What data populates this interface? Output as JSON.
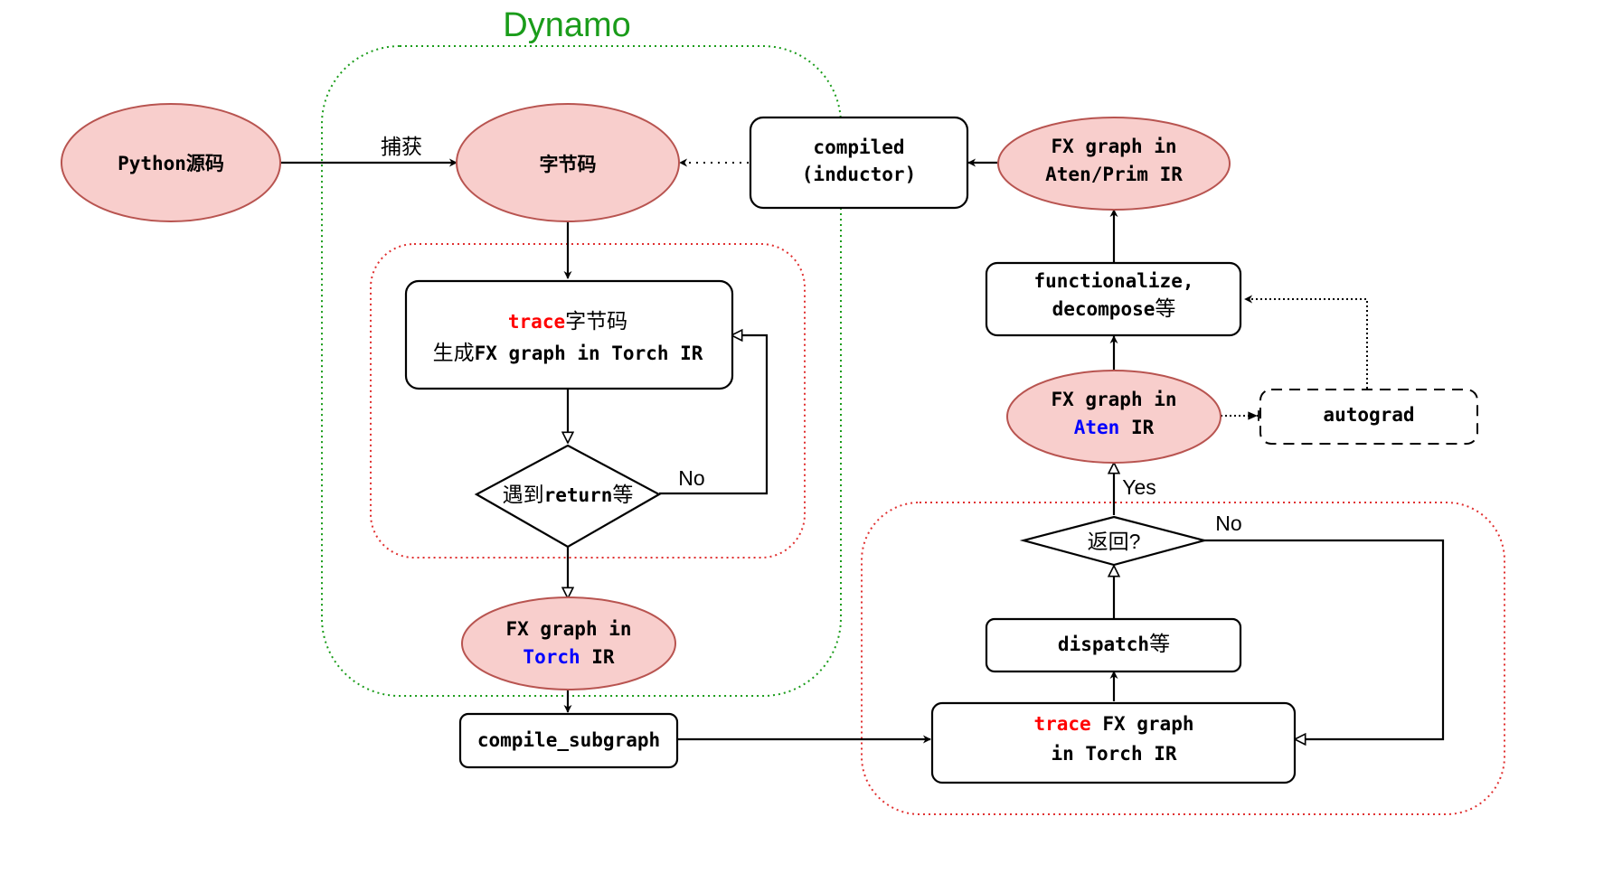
{
  "title": "Dynamo",
  "colors": {
    "ellipse_fill": "#f8cecc",
    "ellipse_stroke": "#b85450",
    "dynamo_border": "#1a9c1a",
    "red_border": "#e03030",
    "highlight_red": "#ff0000",
    "highlight_blue": "#0000ff"
  },
  "nodes": {
    "python_src": "Python源码",
    "bytecode": "字节码",
    "trace_bytecode": {
      "kw": "trace",
      "rest": "字节码",
      "line2_cn": "生成",
      "line2_mono": "FX graph in Torch IR"
    },
    "encounter_return": {
      "cn1": "遇到",
      "mono": "return",
      "cn2": "等"
    },
    "fx_torch": {
      "line1": "FX graph in",
      "kw": "Torch",
      "rest": " IR"
    },
    "compile_subgraph": "compile_subgraph",
    "compiled_inductor": {
      "line1": "compiled",
      "line2": "(inductor)"
    },
    "fx_aten_prim": {
      "line1": "FX graph in",
      "line2": "Aten/Prim IR"
    },
    "functionalize": {
      "line1": "functionalize,",
      "line2": "decompose",
      "line2_cn": "等"
    },
    "fx_aten": {
      "line1": "FX graph in",
      "kw": "Aten",
      "rest": " IR"
    },
    "autograd": "autograd",
    "returned": "返回?",
    "dispatch": {
      "mono": "dispatch",
      "cn": "等"
    },
    "trace_fx": {
      "kw": "trace",
      "rest": " FX graph",
      "line2": "in Torch IR"
    }
  },
  "edge_labels": {
    "capture": "捕获",
    "no_left": "No",
    "yes": "Yes",
    "no_right": "No"
  }
}
